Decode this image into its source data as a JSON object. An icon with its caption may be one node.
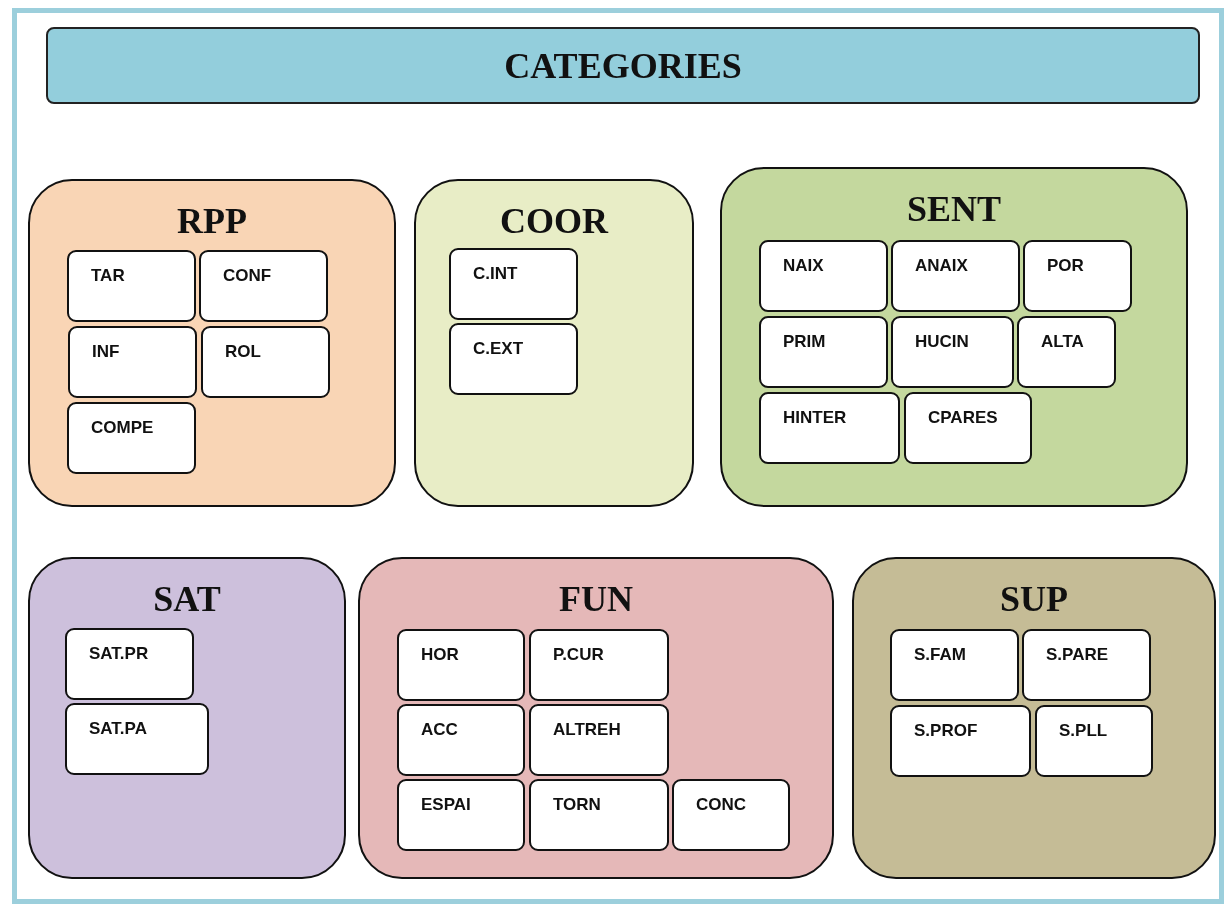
{
  "diagram": {
    "title": "CATEGORIES",
    "nodes": [
      {
        "text": [
          "RPP"
        ]
      },
      {
        "text": [
          "TAR"
        ],
        "in": 0
      },
      {
        "text": [
          "CONF"
        ],
        "in": 0
      },
      {
        "text": [
          "INF"
        ],
        "in": 0
      },
      {
        "text": [
          "ROL"
        ],
        "in": 0
      },
      {
        "text": [
          "COMPE"
        ],
        "in": 0
      },
      {
        "text": [
          "COOR"
        ]
      },
      {
        "text": [
          "C.INT"
        ],
        "in": 6
      },
      {
        "text": [
          "C.EXT"
        ],
        "in": 6
      },
      {
        "text": [
          "SENT"
        ]
      },
      {
        "text": [
          "NAIX"
        ],
        "in": 9
      },
      {
        "text": [
          "ANAIX"
        ],
        "in": 9
      },
      {
        "text": [
          "POR"
        ],
        "in": 9
      },
      {
        "text": [
          "PRIM"
        ],
        "in": 9
      },
      {
        "text": [
          "HUCIN"
        ],
        "in": 9
      },
      {
        "text": [
          "ALTA"
        ],
        "in": 9
      },
      {
        "text": [
          "HINTER"
        ],
        "in": 9
      },
      {
        "text": [
          "CPARES"
        ],
        "in": 9
      },
      {
        "text": [
          "SAT"
        ]
      },
      {
        "text": [
          "SAT.PR"
        ],
        "in": 18
      },
      {
        "text": [
          "SAT.PA"
        ],
        "in": 18
      },
      {
        "text": [
          "FUN"
        ]
      },
      {
        "text": [
          "HOR"
        ],
        "in": 21
      },
      {
        "text": [
          "P.CUR"
        ],
        "in": 21
      },
      {
        "text": [
          "ACC"
        ],
        "in": 21
      },
      {
        "text": [
          "ALTREH"
        ],
        "in": 21
      },
      {
        "text": [
          "ESPAI"
        ],
        "in": 21
      },
      {
        "text": [
          "TORN"
        ],
        "in": 21
      },
      {
        "text": [
          "CONC"
        ],
        "in": 21
      },
      {
        "text": [
          "SUP"
        ]
      },
      {
        "text": [
          "S.FAM"
        ],
        "in": 29
      },
      {
        "text": [
          "S.PARE"
        ],
        "in": 29
      },
      {
        "text": [
          "S.PROF"
        ],
        "in": 29
      },
      {
        "text": [
          "S.PLL"
        ],
        "in": 29
      }
    ]
  }
}
